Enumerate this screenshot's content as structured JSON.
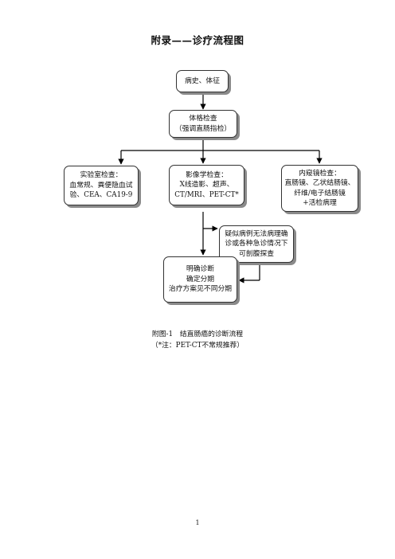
{
  "title": "附录——诊疗流程图",
  "boxes": {
    "history": [
      "病史、体征"
    ],
    "physical": [
      "体格检查",
      "（强调直肠指检）"
    ],
    "lab": [
      "实验室检查：",
      "血常规、粪便隐血试",
      "验、CEA、CA19-9"
    ],
    "imaging": [
      "影像学检查：",
      "X线造影、超声、",
      "CT/MRI、PET-CT*"
    ],
    "endoscopy": [
      "内窥镜检查：",
      "直肠镜、乙状结肠镜、",
      "纤维/电子结肠镜",
      "+活检病理"
    ],
    "suspect": [
      "疑似病例无法病理确",
      "诊或各种急诊情况下",
      "可剖腹探查"
    ],
    "diagnosis": [
      "明确诊断",
      "确定分期",
      "治疗方案见不同分期"
    ]
  },
  "caption": {
    "line1": "附图-1　结直肠癌的诊断流程",
    "line2": "（*注：PET-CT不常规推荐）"
  },
  "page_number": "1"
}
